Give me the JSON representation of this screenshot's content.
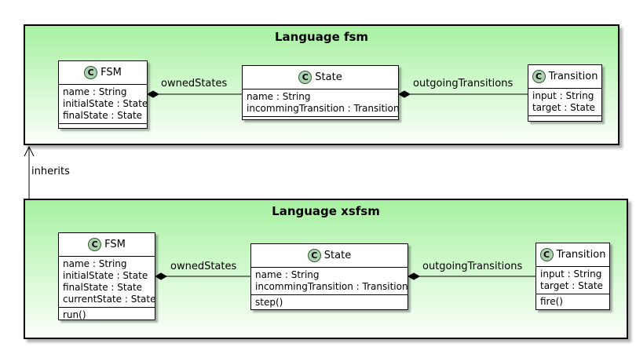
{
  "diagram": {
    "colors": {
      "package_gradient_top": "#A7F1A1",
      "package_gradient_bottom": "#FCFFFB",
      "package_border": "#000000",
      "class_background": "#FFFFFF",
      "class_border": "#000000",
      "stereotype_circle_fill": "#ADD1B2",
      "stereotype_circle_border": "#2E5C2E",
      "connector_color": "#000000"
    },
    "packages": [
      {
        "title": "Language fsm",
        "classes": [
          {
            "stereotype": "C",
            "name": "FSM",
            "attributes": [
              "name : String",
              "initialState : State",
              "finalState : State"
            ],
            "operations": []
          },
          {
            "stereotype": "C",
            "name": "State",
            "attributes": [
              "name : String",
              "incommingTransition : Transition"
            ],
            "operations": []
          },
          {
            "stereotype": "C",
            "name": "Transition",
            "attributes": [
              "input : String",
              "target : State"
            ],
            "operations": []
          }
        ],
        "associations": [
          {
            "label": "ownedStates",
            "from": "FSM",
            "to": "State",
            "type": "composition"
          },
          {
            "label": "outgoingTransitions",
            "from": "State",
            "to": "Transition",
            "type": "composition"
          }
        ]
      },
      {
        "title": "Language xsfsm",
        "classes": [
          {
            "stereotype": "C",
            "name": "FSM",
            "attributes": [
              "name : String",
              "initialState : State",
              "finalState : State",
              "currentState : State"
            ],
            "operations": [
              "run()"
            ]
          },
          {
            "stereotype": "C",
            "name": "State",
            "attributes": [
              "name : String",
              "incommingTransition : Transition"
            ],
            "operations": [
              "step()"
            ]
          },
          {
            "stereotype": "C",
            "name": "Transition",
            "attributes": [
              "input : String",
              "target : State"
            ],
            "operations": [
              "fire()"
            ]
          }
        ],
        "associations": [
          {
            "label": "ownedStates",
            "from": "FSM",
            "to": "State",
            "type": "composition"
          },
          {
            "label": "outgoingTransitions",
            "from": "State",
            "to": "Transition",
            "type": "composition"
          }
        ]
      }
    ],
    "relations": [
      {
        "label": "inherits",
        "from": "Language xsfsm",
        "to": "Language fsm",
        "type": "arrow"
      }
    ]
  }
}
